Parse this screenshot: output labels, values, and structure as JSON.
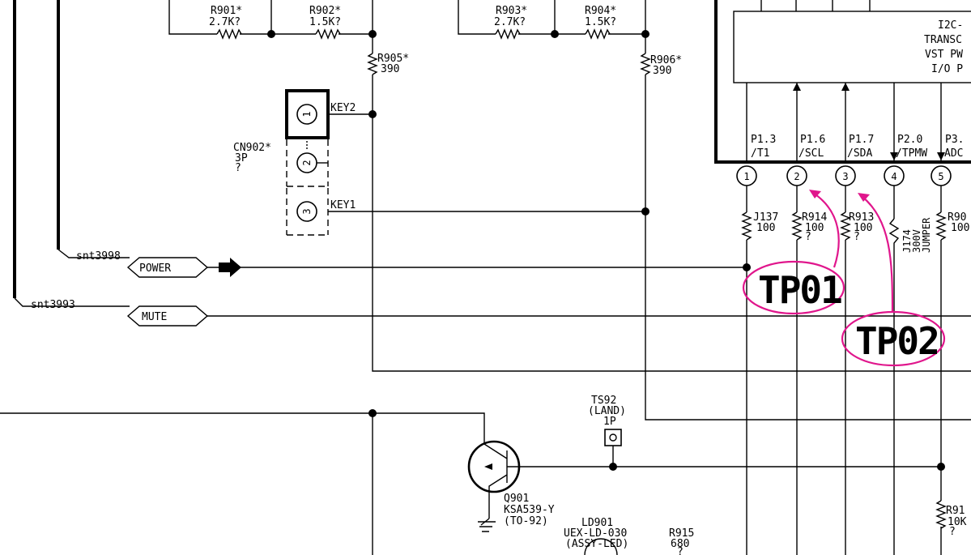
{
  "resistors": {
    "r901": {
      "name": "R901*",
      "value": "2.7K?"
    },
    "r902": {
      "name": "R902*",
      "value": "1.5K?"
    },
    "r903": {
      "name": "R903*",
      "value": "2.7K?"
    },
    "r904": {
      "name": "R904*",
      "value": "1.5K?"
    },
    "r905": {
      "name": "R905*",
      "value": "390"
    },
    "r906": {
      "name": "R906*",
      "value": "390"
    },
    "j137": {
      "name": "J137",
      "value": "100"
    },
    "r914": {
      "name": "R914",
      "value": "100",
      "mark": "?"
    },
    "r913": {
      "name": "R913",
      "value": "100",
      "mark": "?"
    },
    "j174": {
      "name": "J174",
      "value": "300V",
      "note": "JUMPER"
    },
    "r90x": {
      "name": "R90",
      "value": "100"
    },
    "r915": {
      "name": "R915",
      "value": "680",
      "mark": "?"
    },
    "r91x": {
      "name": "R91",
      "value": "10K",
      "mark": "?"
    }
  },
  "connector": {
    "name": "CN902*",
    "pins": "3P",
    "mark": "?",
    "pin_numbers": [
      "1",
      "2",
      "3"
    ],
    "key2": "KEY2",
    "key1": "KEY1"
  },
  "ic": {
    "desc_lines": [
      "I2C-",
      "TRANSC",
      "VST PW",
      "I/O P"
    ],
    "pin_labels": [
      {
        "top": "P1.3",
        "bottom": "/T1"
      },
      {
        "top": "P1.6",
        "bottom": "/SCL"
      },
      {
        "top": "P1.7",
        "bottom": "/SDA"
      },
      {
        "top": "P2.0",
        "bottom": "/TPMW"
      },
      {
        "top": "P3.",
        "bottom": "ADC"
      }
    ],
    "pin_numbers": [
      "1",
      "2",
      "3",
      "4",
      "5"
    ]
  },
  "signals": {
    "power": {
      "net": "snt3998",
      "label": "POWER"
    },
    "mute": {
      "net": "snt3993",
      "label": "MUTE"
    }
  },
  "test_points": {
    "tp01": "TP01",
    "tp02": "TP02"
  },
  "ts92": {
    "name": "TS92",
    "sub": "(LAND)",
    "pins": "1P"
  },
  "transistor": {
    "name": "Q901",
    "part": "KSA539-Y",
    "pkg": "(TO-92)"
  },
  "led": {
    "name": "LD901",
    "part": "UEX-LD-030",
    "assy": "(ASSY-LED)"
  },
  "colors": {
    "annotation": "#e0168c",
    "wire": "#000000",
    "background": "#ffffff"
  }
}
